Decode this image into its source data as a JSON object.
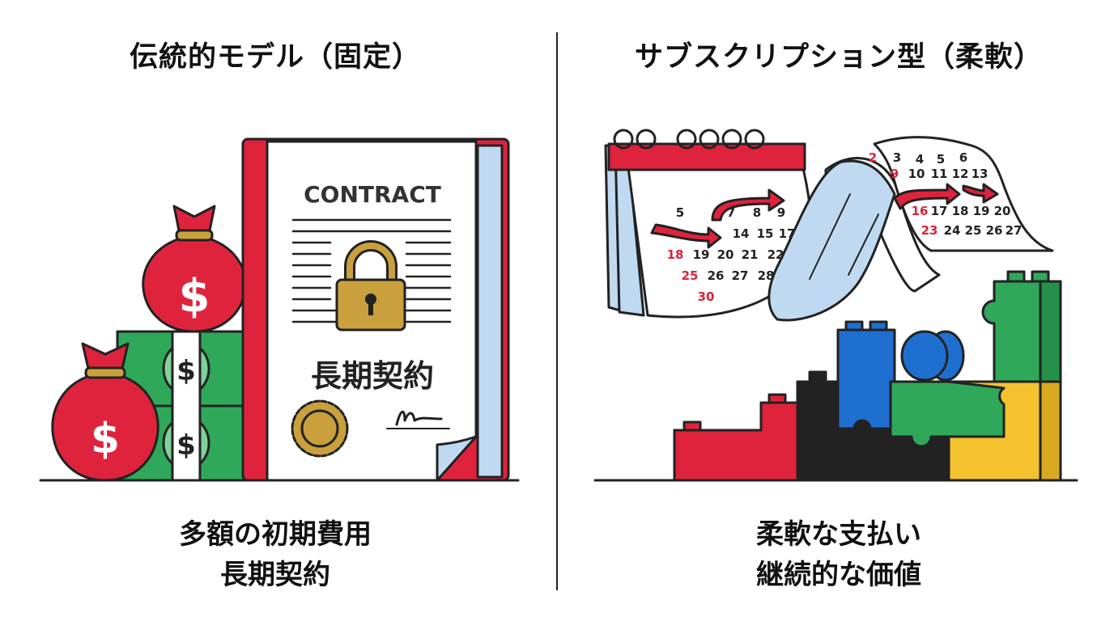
{
  "left": {
    "title": "伝統的モデル（固定）",
    "contract_heading": "CONTRACT",
    "contract_label": "長期契約",
    "dollar_sign": "$",
    "caption_lines": [
      "多額の初期費用",
      "長期契約"
    ]
  },
  "right": {
    "title": "サブスクリプション型（柔軟）",
    "calendar_front": [
      "5",
      "7",
      "8",
      "9",
      "14",
      "15",
      "17",
      "18",
      "19",
      "20",
      "21",
      "22",
      "25",
      "26",
      "27",
      "28",
      "30"
    ],
    "calendar_back": [
      "2",
      "3",
      "4",
      "5",
      "6",
      "9",
      "10",
      "11",
      "12",
      "13",
      "16",
      "17",
      "18",
      "19",
      "20",
      "23",
      "24",
      "25",
      "26",
      "27"
    ],
    "caption_lines": [
      "柔軟な支払い",
      "継続的な価値"
    ]
  },
  "colors": {
    "red": "#e0233d",
    "green": "#2fa85a",
    "blue": "#1f6fd0",
    "yellow": "#f4c22e",
    "gold": "#c9a03c",
    "light_blue": "#bfdaf0"
  }
}
